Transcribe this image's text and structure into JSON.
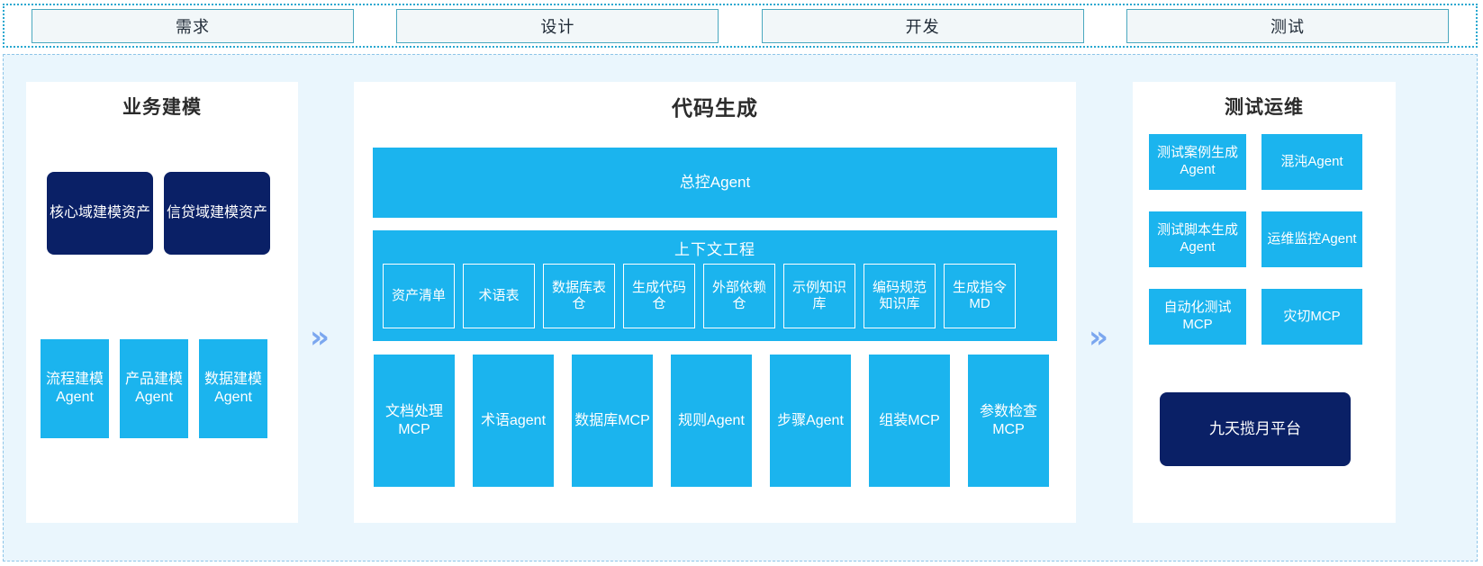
{
  "phases": [
    {
      "label": "需求"
    },
    {
      "label": "设计"
    },
    {
      "label": "开发"
    },
    {
      "label": "测试"
    }
  ],
  "colors": {
    "cyan": "#1bb4ee",
    "navy": "#0a2066",
    "canvas_bg": "#eaf6fd",
    "chevron": "#7ba7ef",
    "phase_border": "#4aa8bf",
    "phase_fill": "#f2f7f9"
  },
  "arrows": [
    {
      "glyph": "»",
      "name": "arrow-left-to-center"
    },
    {
      "glyph": "»",
      "name": "arrow-center-to-right"
    }
  ],
  "left_panel": {
    "title": "业务建模",
    "assets": [
      {
        "label": "核心域建模资产"
      },
      {
        "label": "信贷域建模资产"
      }
    ],
    "agents": [
      {
        "label": "流程建模Agent"
      },
      {
        "label": "产品建模Agent"
      },
      {
        "label": "数据建模Agent"
      }
    ]
  },
  "center_panel": {
    "title": "代码生成",
    "master_agent": "总控Agent",
    "context": {
      "title": "上下文工程",
      "items": [
        {
          "label": "资产清单"
        },
        {
          "label": "术语表"
        },
        {
          "label": "数据库表仓"
        },
        {
          "label": "生成代码仓"
        },
        {
          "label": "外部依赖仓"
        },
        {
          "label": "示例知识库"
        },
        {
          "label": "编码规范知识库"
        },
        {
          "label": "生成指令MD"
        }
      ]
    },
    "tools": [
      {
        "label": "文档处理MCP"
      },
      {
        "label": "术语agent"
      },
      {
        "label": "数据库MCP"
      },
      {
        "label": "规则Agent"
      },
      {
        "label": "步骤Agent"
      },
      {
        "label": "组装MCP"
      },
      {
        "label": "参数检查MCP"
      }
    ]
  },
  "right_panel": {
    "title": "测试运维",
    "items": [
      {
        "label": "测试案例生成Agent"
      },
      {
        "label": "混沌Agent"
      },
      {
        "label": "测试脚本生成Agent"
      },
      {
        "label": "运维监控Agent"
      },
      {
        "label": "自动化测试MCP"
      },
      {
        "label": "灾切MCP"
      }
    ],
    "platform": "九天揽月平台"
  }
}
